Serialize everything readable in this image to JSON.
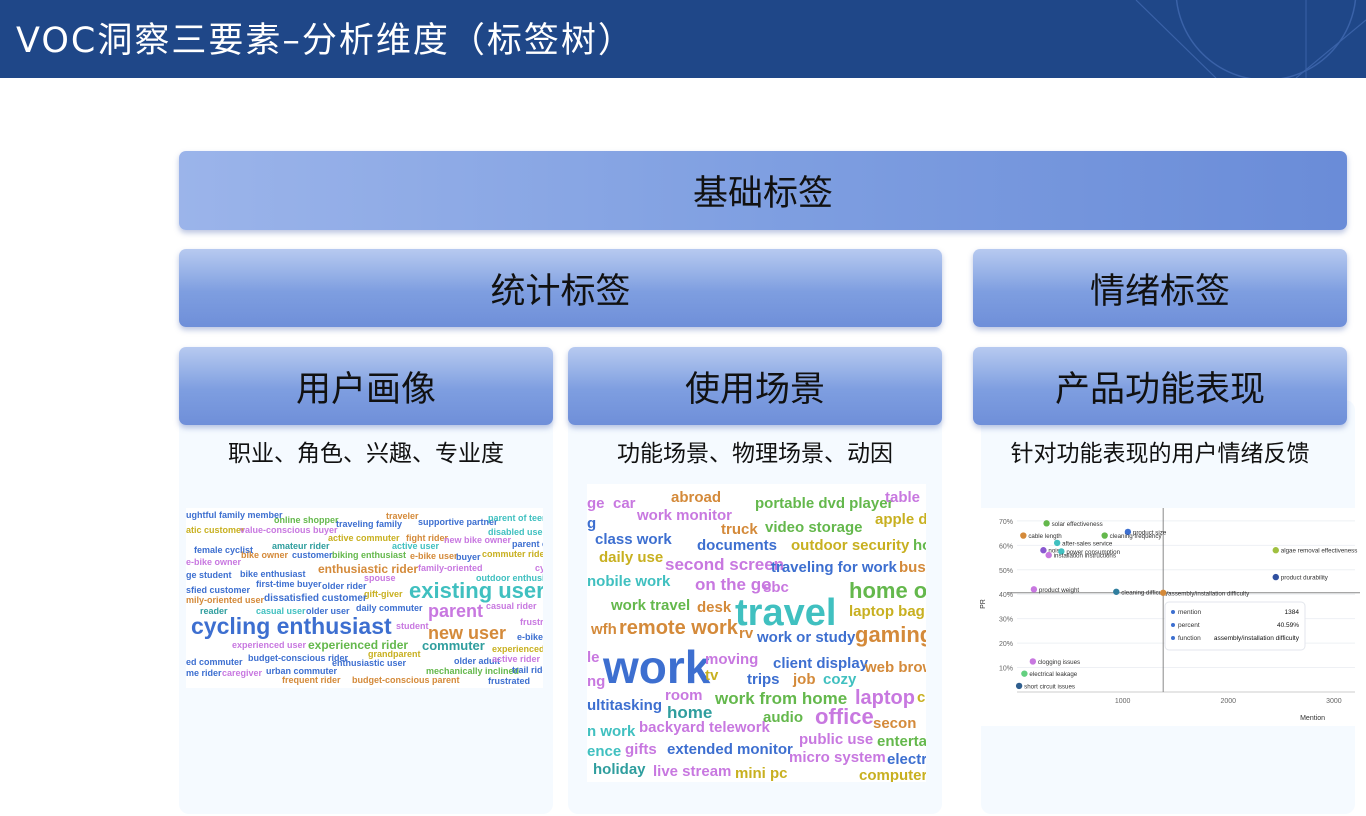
{
  "header": {
    "title": "VOC洞察三要素–分析维度（标签树）"
  },
  "tree": {
    "level1": "基础标签",
    "level2": [
      {
        "label": "统计标签"
      },
      {
        "label": "情绪标签"
      }
    ],
    "level3": [
      {
        "label": "用户画像",
        "subtitle": "职业、角色、兴趣、专业度"
      },
      {
        "label": "使用场景",
        "subtitle": "功能场景、物理场景、动因"
      },
      {
        "label": "产品功能表现",
        "subtitle": "针对功能表现的用户情绪反馈"
      }
    ]
  },
  "wordcloud_user": [
    {
      "t": "ughtful family member",
      "c": "#3d6fd0",
      "s": 9
    },
    {
      "t": "online shopper",
      "c": "#64b84c",
      "s": 9
    },
    {
      "t": "traveling family",
      "c": "#3d6fd0",
      "s": 9
    },
    {
      "t": "traveler",
      "c": "#d48a3a",
      "s": 9
    },
    {
      "t": "supportive partner",
      "c": "#3d6fd0",
      "s": 9
    },
    {
      "t": "parent of teen",
      "c": "#40c0c0",
      "s": 9
    },
    {
      "t": "atic customer",
      "c": "#c8b020",
      "s": 9
    },
    {
      "t": "value-conscious buyer",
      "c": "#c878e0",
      "s": 9
    },
    {
      "t": "active commuter",
      "c": "#c8b020",
      "s": 9
    },
    {
      "t": "fight rider",
      "c": "#d48a3a",
      "s": 9
    },
    {
      "t": "disabled use",
      "c": "#40c0c0",
      "s": 9
    },
    {
      "t": "female cyclist",
      "c": "#3d6fd0",
      "s": 9
    },
    {
      "t": "amateur rider",
      "c": "#2f9e9e",
      "s": 9
    },
    {
      "t": "active user",
      "c": "#40c0c0",
      "s": 9
    },
    {
      "t": "new bike owner",
      "c": "#c878e0",
      "s": 9
    },
    {
      "t": "parent or",
      "c": "#3d6fd0",
      "s": 9
    },
    {
      "t": "e-bike owner",
      "c": "#c878e0",
      "s": 9
    },
    {
      "t": "bike owner",
      "c": "#d48a3a",
      "s": 9
    },
    {
      "t": "customer",
      "c": "#3d6fd0",
      "s": 9
    },
    {
      "t": "biking enthusiast",
      "c": "#64b84c",
      "s": 9
    },
    {
      "t": "e-bike user",
      "c": "#d48a3a",
      "s": 9
    },
    {
      "t": "buyer",
      "c": "#3d6fd0",
      "s": 9
    },
    {
      "t": "commuter rider",
      "c": "#c8b020",
      "s": 9
    },
    {
      "t": "ge student",
      "c": "#3d6fd0",
      "s": 9
    },
    {
      "t": "enthusiastic rider",
      "c": "#d48a3a",
      "s": 12
    },
    {
      "t": "family-oriented",
      "c": "#c878e0",
      "s": 9
    },
    {
      "t": "cyclist",
      "c": "#c878e0",
      "s": 9
    },
    {
      "t": "bike enthusiast",
      "c": "#3d6fd0",
      "s": 9
    },
    {
      "t": "spouse",
      "c": "#c878e0",
      "s": 9
    },
    {
      "t": "outdoor enthusia",
      "c": "#40c0c0",
      "s": 9
    },
    {
      "t": "sfied customer",
      "c": "#3d6fd0",
      "s": 9
    },
    {
      "t": "first-time buyer",
      "c": "#3d6fd0",
      "s": 9
    },
    {
      "t": "older rider",
      "c": "#3d6fd0",
      "s": 9
    },
    {
      "t": "existing user",
      "c": "#40c0c0",
      "s": 22
    },
    {
      "t": "mily-oriented user",
      "c": "#d48a3a",
      "s": 9
    },
    {
      "t": "gift-giver",
      "c": "#c8b020",
      "s": 9
    },
    {
      "t": "dissatisfied customer",
      "c": "#3d6fd0",
      "s": 10
    },
    {
      "t": "reader",
      "c": "#2f9e9e",
      "s": 9
    },
    {
      "t": "casual user",
      "c": "#40c0c0",
      "s": 9
    },
    {
      "t": "older user",
      "c": "#3d6fd0",
      "s": 9
    },
    {
      "t": "daily commuter",
      "c": "#3d6fd0",
      "s": 9
    },
    {
      "t": "parent",
      "c": "#c878e0",
      "s": 18
    },
    {
      "t": "casual rider",
      "c": "#c878e0",
      "s": 9
    },
    {
      "t": "cycling enthusiast",
      "c": "#3d6fd0",
      "s": 23
    },
    {
      "t": "student",
      "c": "#c878e0",
      "s": 9
    },
    {
      "t": "new user",
      "c": "#d48a3a",
      "s": 18
    },
    {
      "t": "frustr",
      "c": "#c878e0",
      "s": 9
    },
    {
      "t": "e-bike",
      "c": "#3d6fd0",
      "s": 9
    },
    {
      "t": "commuter",
      "c": "#2f9e9e",
      "s": 13
    },
    {
      "t": "experienced rider",
      "c": "#64b84c",
      "s": 12
    },
    {
      "t": "experienced user",
      "c": "#c878e0",
      "s": 9
    },
    {
      "t": "experienced",
      "c": "#c8b020",
      "s": 9
    },
    {
      "t": "budget-conscious rider",
      "c": "#3d6fd0",
      "s": 9
    },
    {
      "t": "grandparent",
      "c": "#c8b020",
      "s": 9
    },
    {
      "t": "ed commuter",
      "c": "#3d6fd0",
      "s": 9
    },
    {
      "t": "older adult",
      "c": "#3d6fd0",
      "s": 9
    },
    {
      "t": "active rider",
      "c": "#c878e0",
      "s": 9
    },
    {
      "t": "enthusiastic user",
      "c": "#3d6fd0",
      "s": 9
    },
    {
      "t": "urban commuter",
      "c": "#3d6fd0",
      "s": 9
    },
    {
      "t": "me rider",
      "c": "#3d6fd0",
      "s": 9
    },
    {
      "t": "caregiver",
      "c": "#c878e0",
      "s": 9
    },
    {
      "t": "mechanically inclined",
      "c": "#64b84c",
      "s": 9
    },
    {
      "t": "trail rider",
      "c": "#3d6fd0",
      "s": 9
    },
    {
      "t": "frequent rider",
      "c": "#d48a3a",
      "s": 9
    },
    {
      "t": "budget-conscious parent",
      "c": "#d48a3a",
      "s": 9
    },
    {
      "t": "frustrated",
      "c": "#3d6fd0",
      "s": 9
    }
  ],
  "wordcloud_scene": [
    {
      "t": "ge",
      "c": "#c878e0",
      "s": 15
    },
    {
      "t": "car",
      "c": "#c878e0",
      "s": 15
    },
    {
      "t": "abroad",
      "c": "#d48a3a",
      "s": 15
    },
    {
      "t": "portable dvd player",
      "c": "#64b84c",
      "s": 15
    },
    {
      "t": "table",
      "c": "#c878e0",
      "s": 15
    },
    {
      "t": "g",
      "c": "#3d6fd0",
      "s": 15
    },
    {
      "t": "work monitor",
      "c": "#c878e0",
      "s": 15
    },
    {
      "t": "truck",
      "c": "#d48a3a",
      "s": 15
    },
    {
      "t": "video storage",
      "c": "#64b84c",
      "s": 15
    },
    {
      "t": "apple de",
      "c": "#c8b020",
      "s": 15
    },
    {
      "t": "class work",
      "c": "#3d6fd0",
      "s": 15
    },
    {
      "t": "documents",
      "c": "#3d6fd0",
      "s": 15
    },
    {
      "t": "outdoor security",
      "c": "#c8b020",
      "s": 15
    },
    {
      "t": "ho",
      "c": "#64b84c",
      "s": 15
    },
    {
      "t": "daily use",
      "c": "#c8b020",
      "s": 15
    },
    {
      "t": "second screen",
      "c": "#c878e0",
      "s": 17
    },
    {
      "t": "traveling for work",
      "c": "#3d6fd0",
      "s": 15
    },
    {
      "t": "busi",
      "c": "#d48a3a",
      "s": 15
    },
    {
      "t": "nobile work",
      "c": "#40c0c0",
      "s": 15
    },
    {
      "t": "on the go",
      "c": "#c878e0",
      "s": 17
    },
    {
      "t": "sbc",
      "c": "#c878e0",
      "s": 15
    },
    {
      "t": "home off",
      "c": "#64b84c",
      "s": 22
    },
    {
      "t": "work travel",
      "c": "#64b84c",
      "s": 15
    },
    {
      "t": "desk",
      "c": "#d48a3a",
      "s": 15
    },
    {
      "t": "travel",
      "c": "#40c0c0",
      "s": 38
    },
    {
      "t": "laptop bag",
      "c": "#c8b020",
      "s": 15
    },
    {
      "t": "wfh",
      "c": "#d48a3a",
      "s": 15
    },
    {
      "t": "remote work",
      "c": "#d48a3a",
      "s": 20
    },
    {
      "t": "rv",
      "c": "#d48a3a",
      "s": 15
    },
    {
      "t": "work or study",
      "c": "#3d6fd0",
      "s": 15
    },
    {
      "t": "gaming",
      "c": "#d48a3a",
      "s": 22
    },
    {
      "t": "le",
      "c": "#c878e0",
      "s": 15
    },
    {
      "t": "work",
      "c": "#3d6fd0",
      "s": 46
    },
    {
      "t": "moving",
      "c": "#c878e0",
      "s": 15
    },
    {
      "t": "client display",
      "c": "#3d6fd0",
      "s": 15
    },
    {
      "t": "web brow",
      "c": "#d48a3a",
      "s": 15
    },
    {
      "t": "tv",
      "c": "#c8b020",
      "s": 15
    },
    {
      "t": "trips",
      "c": "#3d6fd0",
      "s": 15
    },
    {
      "t": "job",
      "c": "#d48a3a",
      "s": 15
    },
    {
      "t": "cozy",
      "c": "#40c0c0",
      "s": 15
    },
    {
      "t": "ng",
      "c": "#c878e0",
      "s": 15
    },
    {
      "t": "room",
      "c": "#c878e0",
      "s": 15
    },
    {
      "t": "work from home",
      "c": "#64b84c",
      "s": 17
    },
    {
      "t": "laptop",
      "c": "#c878e0",
      "s": 20
    },
    {
      "t": "co",
      "c": "#c8b020",
      "s": 15
    },
    {
      "t": "ultitasking",
      "c": "#3d6fd0",
      "s": 15
    },
    {
      "t": "home",
      "c": "#2f9e9e",
      "s": 17
    },
    {
      "t": "audio",
      "c": "#64b84c",
      "s": 15
    },
    {
      "t": "office",
      "c": "#c878e0",
      "s": 22
    },
    {
      "t": "secon",
      "c": "#d48a3a",
      "s": 15
    },
    {
      "t": "n work",
      "c": "#40c0c0",
      "s": 15
    },
    {
      "t": "backyard telework",
      "c": "#c878e0",
      "s": 15
    },
    {
      "t": "public use",
      "c": "#c878e0",
      "s": 15
    },
    {
      "t": "enterta",
      "c": "#64b84c",
      "s": 15
    },
    {
      "t": "ence",
      "c": "#40c0c0",
      "s": 15
    },
    {
      "t": "gifts",
      "c": "#c878e0",
      "s": 15
    },
    {
      "t": "extended monitor",
      "c": "#3d6fd0",
      "s": 15
    },
    {
      "t": "micro system",
      "c": "#c878e0",
      "s": 15
    },
    {
      "t": "electr",
      "c": "#3d6fd0",
      "s": 15
    },
    {
      "t": "holiday",
      "c": "#2f9e9e",
      "s": 15
    },
    {
      "t": "live stream",
      "c": "#c878e0",
      "s": 15
    },
    {
      "t": "mini pc",
      "c": "#c8b020",
      "s": 15
    },
    {
      "t": "computer s",
      "c": "#c8b020",
      "s": 15
    }
  ],
  "chart_data": {
    "type": "scatter",
    "title": "",
    "xlabel": "Mention",
    "ylabel": "PR",
    "xlim": [
      0,
      3200
    ],
    "ylim": [
      0,
      0.72
    ],
    "x_ticks": [
      "1000",
      "2000",
      "3000"
    ],
    "y_ticks": [
      "10%",
      "20%",
      "30%",
      "40%",
      "50%",
      "60%",
      "70%"
    ],
    "reference_lines": {
      "x": 1384,
      "y": 0.4059
    },
    "points": [
      {
        "label": "solar effectiveness",
        "x": 280,
        "y": 0.69,
        "color": "#64b84c"
      },
      {
        "label": "cable length",
        "x": 60,
        "y": 0.64,
        "color": "#d48a3a"
      },
      {
        "label": "product size",
        "x": 1050,
        "y": 0.655,
        "color": "#3d6fd0"
      },
      {
        "label": "cleaning frequency",
        "x": 830,
        "y": 0.64,
        "color": "#64b84c"
      },
      {
        "label": "after-sales service",
        "x": 380,
        "y": 0.61,
        "color": "#40c0c0"
      },
      {
        "label": "noise",
        "x": 250,
        "y": 0.58,
        "color": "#8a58d0"
      },
      {
        "label": "power consumption",
        "x": 420,
        "y": 0.575,
        "color": "#40c0c0"
      },
      {
        "label": "installation instructions",
        "x": 300,
        "y": 0.56,
        "color": "#c878e0"
      },
      {
        "label": "algae removal effectiveness",
        "x": 2450,
        "y": 0.58,
        "color": "#a0c040"
      },
      {
        "label": "product durability",
        "x": 2450,
        "y": 0.47,
        "color": "#3050a0"
      },
      {
        "label": "product weight",
        "x": 160,
        "y": 0.42,
        "color": "#c878e0"
      },
      {
        "label": "cleaning difficulty",
        "x": 940,
        "y": 0.41,
        "color": "#2f7e9e"
      },
      {
        "label": "assembly/installation difficulty",
        "x": 1384,
        "y": 0.4059,
        "color": "#d48a3a"
      },
      {
        "label": "clogging issues",
        "x": 150,
        "y": 0.125,
        "color": "#c878e0"
      },
      {
        "label": "electrical leakage",
        "x": 70,
        "y": 0.075,
        "color": "#64d080"
      },
      {
        "label": "short circuit issues",
        "x": 20,
        "y": 0.025,
        "color": "#2f5e8e"
      }
    ],
    "tooltip": {
      "rows": [
        {
          "key": "mention",
          "value": "1384",
          "color": "#3d6fd0"
        },
        {
          "key": "percent",
          "value": "40.59%",
          "color": "#3d6fd0"
        },
        {
          "key": "function",
          "value": "assembly/installation difficulty",
          "color": "#3d6fd0"
        }
      ]
    }
  }
}
